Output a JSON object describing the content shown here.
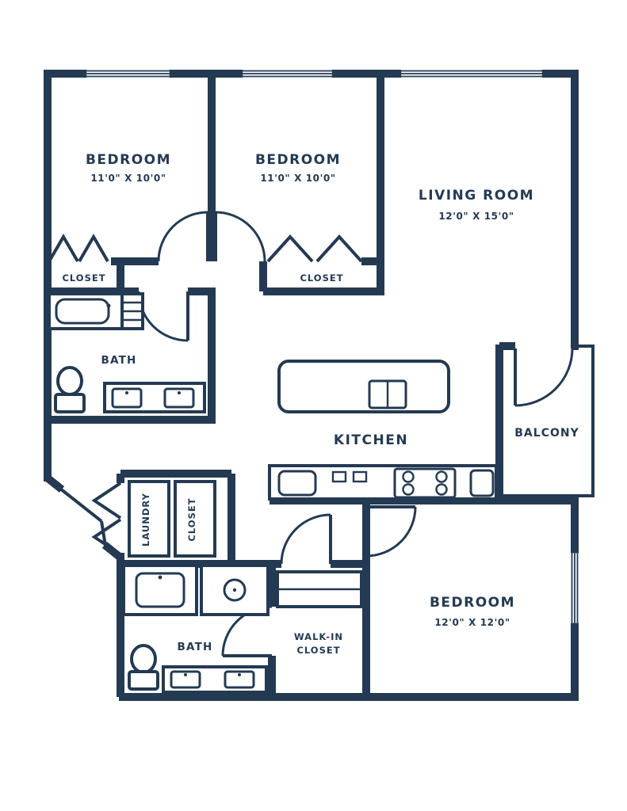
{
  "rooms": {
    "bedroom1": {
      "name": "BEDROOM",
      "dims": "11'0\" X 10'0\""
    },
    "bedroom2": {
      "name": "BEDROOM",
      "dims": "11'0\" X 10'0\""
    },
    "living_room": {
      "name": "LIVING ROOM",
      "dims": "12'0\" X 15'0\""
    },
    "bedroom3": {
      "name": "BEDROOM",
      "dims": "12'0\" X 12'0\""
    },
    "kitchen": {
      "name": "KITCHEN"
    },
    "balcony": {
      "name": "BALCONY"
    },
    "bath1": {
      "name": "BATH"
    },
    "bath2": {
      "name": "BATH"
    },
    "closet1": {
      "name": "CLOSET"
    },
    "closet2": {
      "name": "CLOSET"
    },
    "laundry": {
      "name": "LAUNDRY"
    },
    "laundry_closet": {
      "name": "CLOSET"
    },
    "walk_in": {
      "line1": "WALK-IN",
      "line2": "CLOSET"
    }
  },
  "colors": {
    "ink": "#243a52",
    "background": "#ffffff"
  }
}
